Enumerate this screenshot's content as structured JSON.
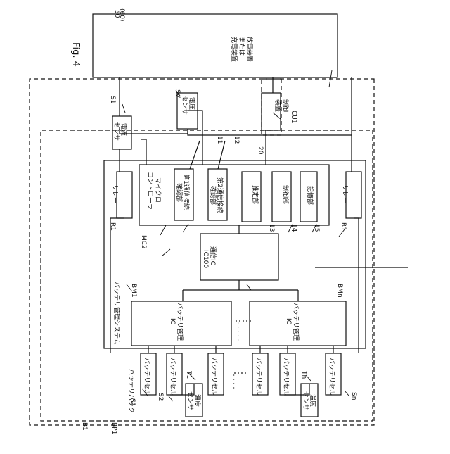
{
  "figure": {
    "title": "Fig. 4"
  },
  "refs": {
    "b1": "B1",
    "bp1": "BP1",
    "n50": "50",
    "n60": "(60)",
    "s1": "S1",
    "sv": "SV",
    "cu1": "CU1",
    "n20": "20",
    "n11": "11",
    "n12": "12",
    "n13": "13",
    "n14": "14",
    "n15": "15",
    "mc2": "MC2",
    "ic100": "IC100",
    "bm1": "BM1",
    "bmn": "BMn",
    "r1_left": "R1",
    "r1_right": "R1",
    "s1_cell": "S1",
    "s2": "S2",
    "t1": "T1",
    "tn": "Tn",
    "sn": "Sn"
  },
  "blocks": {
    "charger_line1": "充電装置",
    "charger_line2": "または",
    "charger_line3": "放電装置",
    "current_sensor_line1": "電流",
    "current_sensor_line2": "センサ",
    "voltage_sensor_line1": "電圧",
    "voltage_sensor_line2": "センサ",
    "control_line1": "制御",
    "control_line2": "装置",
    "relay_left": "リレー",
    "relay_right": "リレー",
    "micro_line1": "マイクロ",
    "micro_line2": "コントローラ",
    "first_comm_line1": "第1通信接続",
    "first_comm_line2": "確認部",
    "second_comm_line1": "第2通信接続",
    "second_comm_line2": "確認部",
    "estimation": "推定部",
    "control_unit": "制御部",
    "storage": "記憶部",
    "comm_ic": "通信IC",
    "bm1_line1": "バッテリ管理",
    "bm1_line2": "IC",
    "bmn_line1": "バッテリ管理",
    "bmn_line2": "IC",
    "bms_label": "バッテリ管理システム",
    "pack_label": "バッテリパック",
    "cell": "バッテリセル",
    "temp_sensor_line1": "温度",
    "temp_sensor_line2": "センサ",
    "dots_ic": "・・・・・",
    "dots_cells": "・・・・"
  }
}
